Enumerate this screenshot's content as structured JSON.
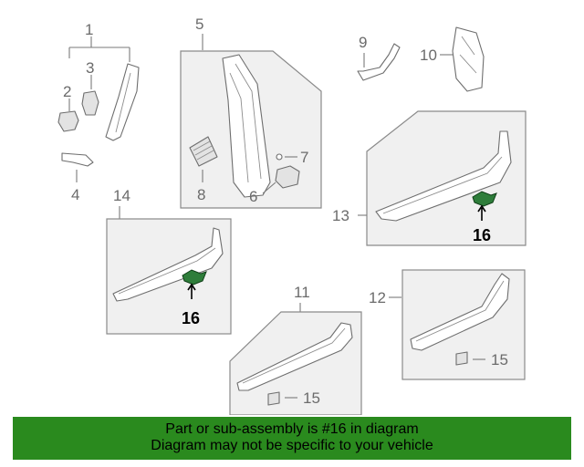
{
  "callouts": {
    "c1": "1",
    "c2": "2",
    "c3": "3",
    "c4": "4",
    "c5": "5",
    "c6": "6",
    "c7": "7",
    "c8": "8",
    "c9": "9",
    "c10": "10",
    "c11": "11",
    "c12": "12",
    "c13": "13",
    "c14": "14",
    "c15a": "15",
    "c15b": "15",
    "c16a": "16",
    "c16b": "16"
  },
  "footer": {
    "line1": "Part or sub-assembly is #16 in diagram",
    "line2": "Diagram may not be specific to your vehicle"
  },
  "colors": {
    "highlight_part": "#2e7d3a",
    "footer_bg": "#2a8a1e"
  }
}
